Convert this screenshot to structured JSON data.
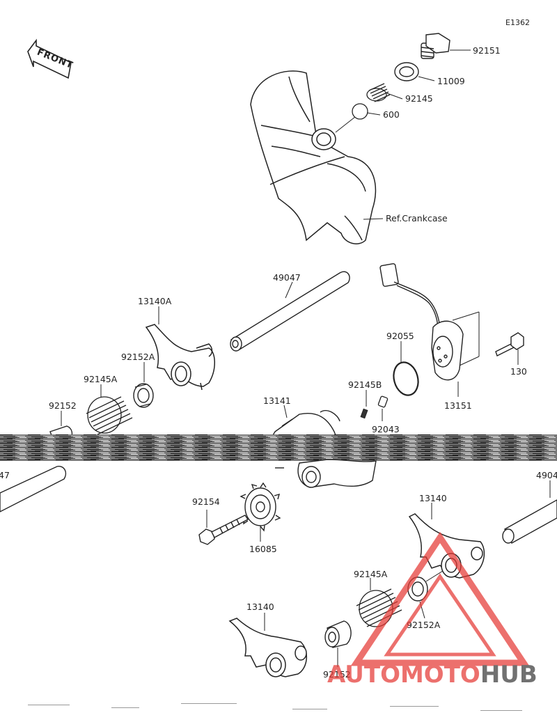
{
  "diagram_code": "E1362",
  "front_label": "FRONT",
  "reference_label": "Ref.Crankcase",
  "parts": [
    {
      "id": "p1",
      "number": "92151"
    },
    {
      "id": "p2",
      "number": "11009"
    },
    {
      "id": "p3",
      "number": "92145"
    },
    {
      "id": "p4",
      "number": "600"
    },
    {
      "id": "p5",
      "number": "49047"
    },
    {
      "id": "p6",
      "number": "13140A"
    },
    {
      "id": "p7",
      "number": "92152A"
    },
    {
      "id": "p8",
      "number": "92145A"
    },
    {
      "id": "p9",
      "number": "92152"
    },
    {
      "id": "p10",
      "number": "92055"
    },
    {
      "id": "p11",
      "number": "130"
    },
    {
      "id": "p12",
      "number": "13151"
    },
    {
      "id": "p13",
      "number": "92145B"
    },
    {
      "id": "p14",
      "number": "13141"
    },
    {
      "id": "p15",
      "number": "92043"
    },
    {
      "id": "p16",
      "number": "92154"
    },
    {
      "id": "p17",
      "number": "16085"
    },
    {
      "id": "p18",
      "number": "13140"
    },
    {
      "id": "p19",
      "number": "92145A"
    },
    {
      "id": "p20",
      "number": "92152A"
    },
    {
      "id": "p21",
      "number": "13140"
    },
    {
      "id": "p22",
      "number": "92152"
    },
    {
      "id": "p23",
      "number": "47"
    },
    {
      "id": "p24",
      "number": "4904"
    }
  ],
  "watermark": {
    "part1": "AUTOMOTO",
    "part2": "HUB",
    "color_red": "#e63a35",
    "color_dark": "#3b3b3b"
  }
}
